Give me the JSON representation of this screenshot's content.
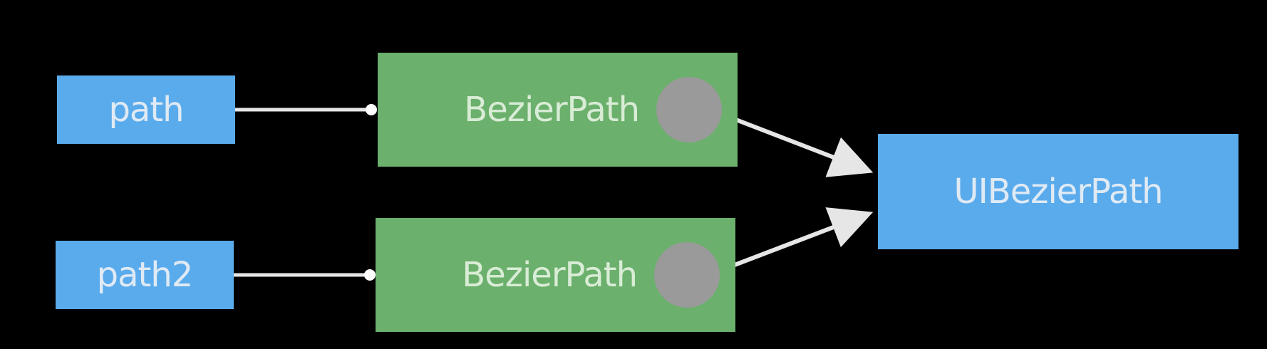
{
  "diagram": {
    "inputs": [
      {
        "label": "path"
      },
      {
        "label": "path2"
      }
    ],
    "nodes": [
      {
        "label": "BezierPath"
      },
      {
        "label": "BezierPath"
      }
    ],
    "output": {
      "label": "UIBezierPath"
    },
    "colors": {
      "background": "#000000",
      "input_box": "#5aabec",
      "node_box": "#6bb06c",
      "output_box": "#5aabec",
      "port": "#9a9a9a",
      "wire": "#e6e6e6"
    }
  }
}
